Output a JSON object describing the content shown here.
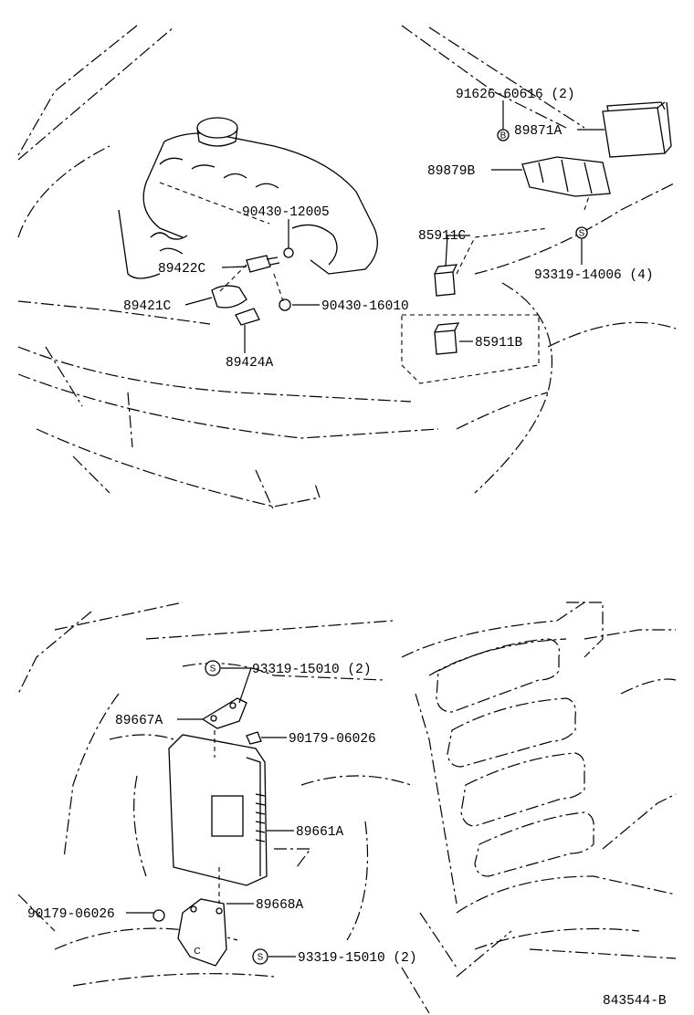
{
  "diagram_id": "843544-B",
  "labels": {
    "p91626": "91626-60616 (2)",
    "p89871A": "89871A",
    "p89879B": "89879B",
    "p90430_12005": "90430-12005",
    "p85911C": "85911C",
    "p89422C": "89422C",
    "p93319_14006": "93319-14006 (4)",
    "p89421C": "89421C",
    "p90430_16010": "90430-16010",
    "p85911B": "85911B",
    "p89424A": "89424A",
    "p93319_15010_top": "93319-15010 (2)",
    "p89667A": "89667A",
    "p90179_06026_right": "90179-06026",
    "p89661A": "89661A",
    "p90179_06026_left": "90179-06026",
    "p89668A": "89668A",
    "p93319_15010_bottom": "93319-15010 (2)"
  },
  "symbols": {
    "s_mark": "S",
    "b_mark": "B",
    "c_mark": "C"
  }
}
